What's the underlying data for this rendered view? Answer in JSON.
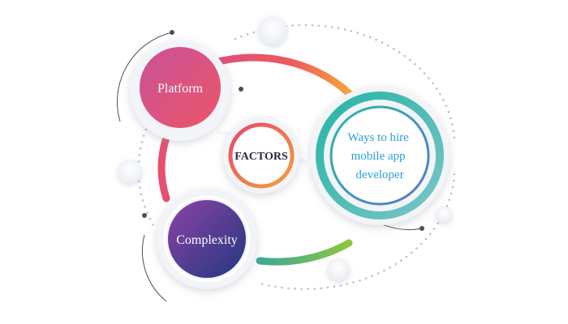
{
  "diagram": {
    "center": {
      "label": "FACTORS"
    },
    "nodes": [
      {
        "id": "platform",
        "label": "Platform"
      },
      {
        "id": "ways",
        "lines": [
          "Ways to hire",
          "mobile app",
          "developer"
        ]
      },
      {
        "id": "complexity",
        "label": "Complexity"
      }
    ],
    "colors": {
      "platform_start": "#c9529a",
      "platform_end": "#e9506a",
      "complexity_start": "#7b3fa0",
      "complexity_end": "#2b3a8c",
      "ring_red": "#e8506b",
      "ring_orange": "#f39a3c",
      "ring_green": "#7cc04b",
      "ring_teal": "#2fb7a8",
      "ways_text": "#2a9fd8",
      "factors_text": "#2b2b3a"
    }
  }
}
